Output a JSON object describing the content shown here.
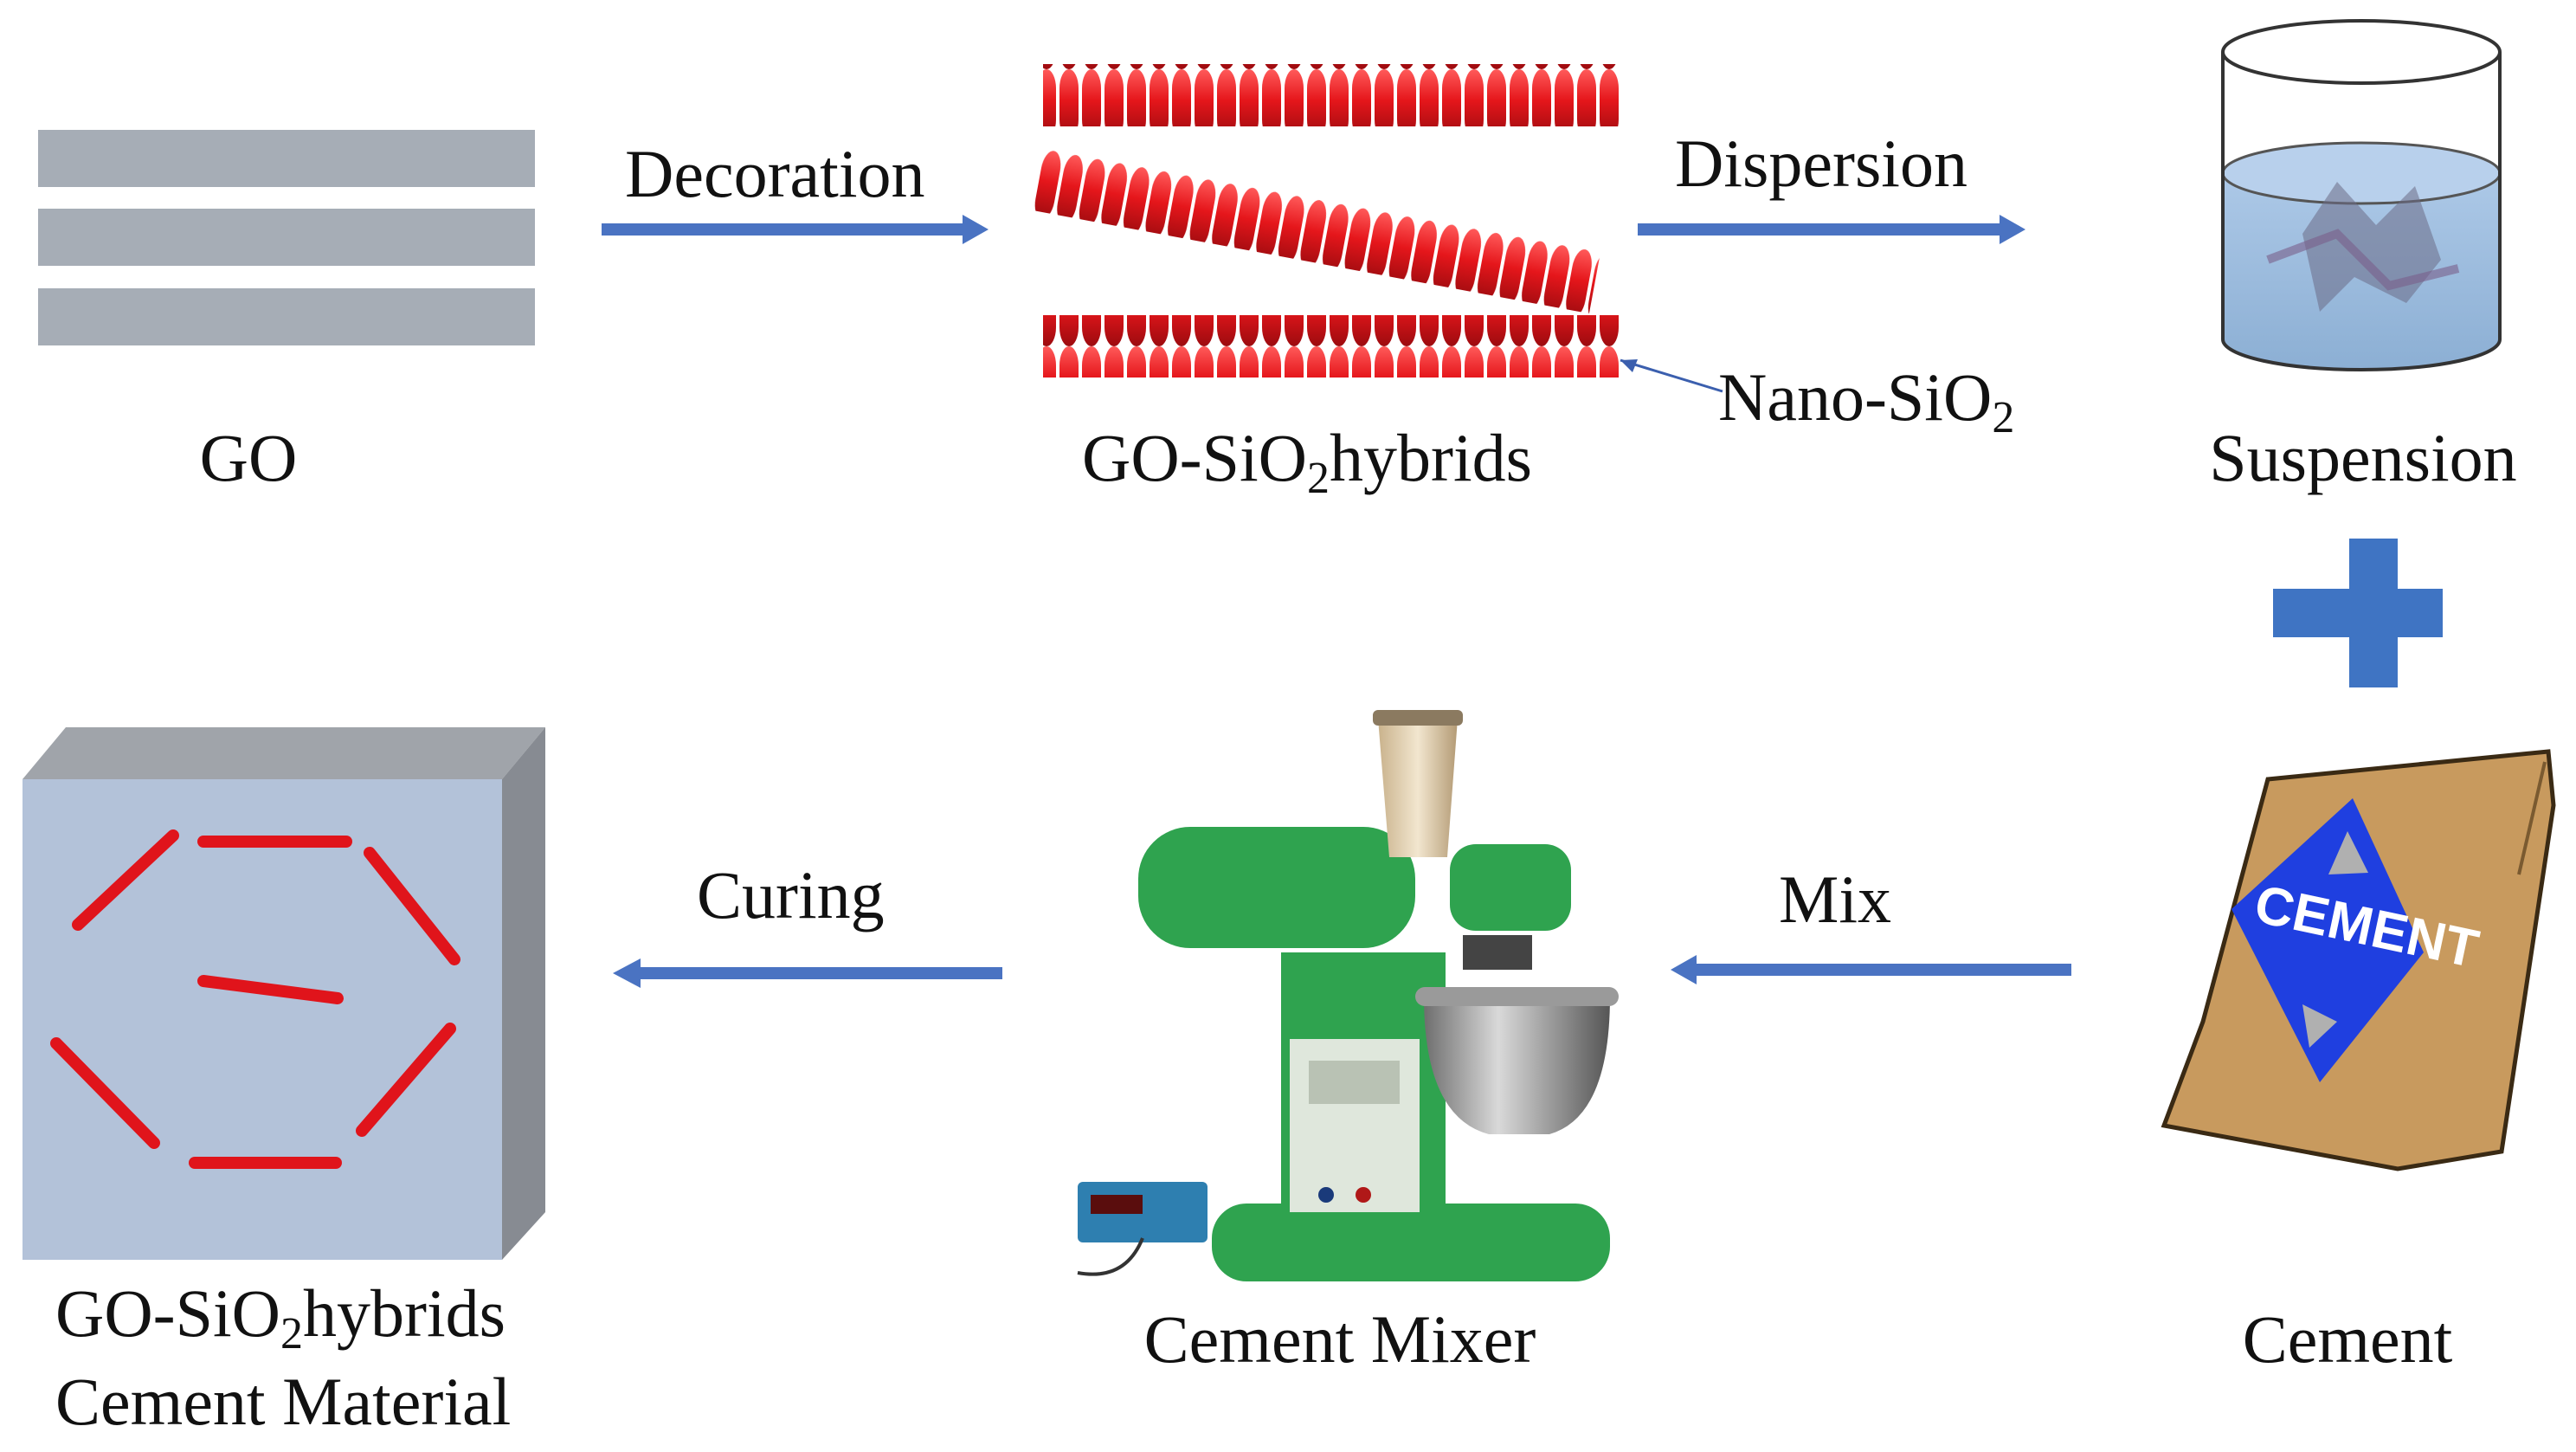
{
  "labels": {
    "go": "GO",
    "hybrids_prefix": "GO-SiO",
    "hybrids_sub": "2",
    "hybrids_suffix": "hybrids",
    "nano_prefix": "Nano-SiO",
    "nano_sub": "2",
    "suspension": "Suspension",
    "cement": "Cement",
    "cement_mixer": "Cement Mixer",
    "material_line1_prefix": "GO-SiO",
    "material_line1_sub": "2",
    "material_line1_suffix": "hybrids",
    "material_line2": "Cement Material"
  },
  "steps": {
    "decoration": "Decoration",
    "dispersion": "Dispersion",
    "mix": "Mix",
    "curing": "Curing"
  },
  "bag_text": "CEMENT",
  "colors": {
    "arrow": "#4a73c2",
    "go_sheet": "#a6adb6",
    "sio2_bead": "#e5161b",
    "plus": "#3f74c3",
    "bag": "#c89a5e",
    "bag_logo": "#1f3fe0",
    "cube_front": "#b3c2d9",
    "cube_side": "#878b92",
    "cube_top": "#a0a4aa",
    "mixer_green": "#2fa34f",
    "rod": "#e0141b"
  },
  "icons": [
    "go-sheets-icon",
    "go-sio2-hybrid-icon",
    "suspension-beaker-icon",
    "plus-icon",
    "cement-bag-icon",
    "cement-mixer-icon",
    "material-cube-icon"
  ]
}
